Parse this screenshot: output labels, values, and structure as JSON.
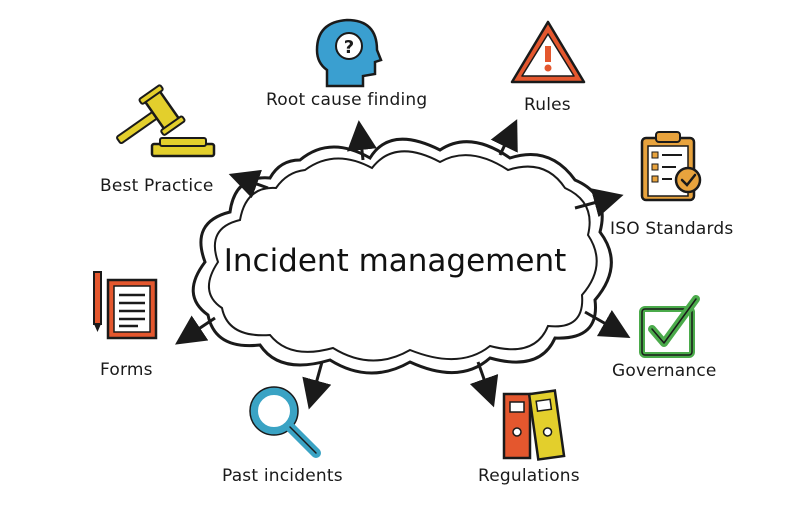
{
  "center": {
    "title": "Incident management"
  },
  "nodes": {
    "root_cause": {
      "label": "Root cause finding",
      "icon": "head-question-icon"
    },
    "rules": {
      "label": "Rules",
      "icon": "warning-triangle-icon"
    },
    "best_practice": {
      "label": "Best Practice",
      "icon": "gavel-icon"
    },
    "iso_standards": {
      "label": "ISO Standards",
      "icon": "clipboard-checklist-icon"
    },
    "forms": {
      "label": "Forms",
      "icon": "form-document-icon"
    },
    "governance": {
      "label": "Governance",
      "icon": "checkbox-check-icon"
    },
    "past_incidents": {
      "label": "Past incidents",
      "icon": "magnifier-icon"
    },
    "regulations": {
      "label": "Regulations",
      "icon": "binders-icon"
    }
  },
  "colors": {
    "ink": "#1a1a1a",
    "blue": "#3a9fd0",
    "red": "#e4572e",
    "yellow": "#e3cf2c",
    "orange": "#e8a33d",
    "green": "#4bab4b",
    "teal": "#3aa3c4"
  }
}
